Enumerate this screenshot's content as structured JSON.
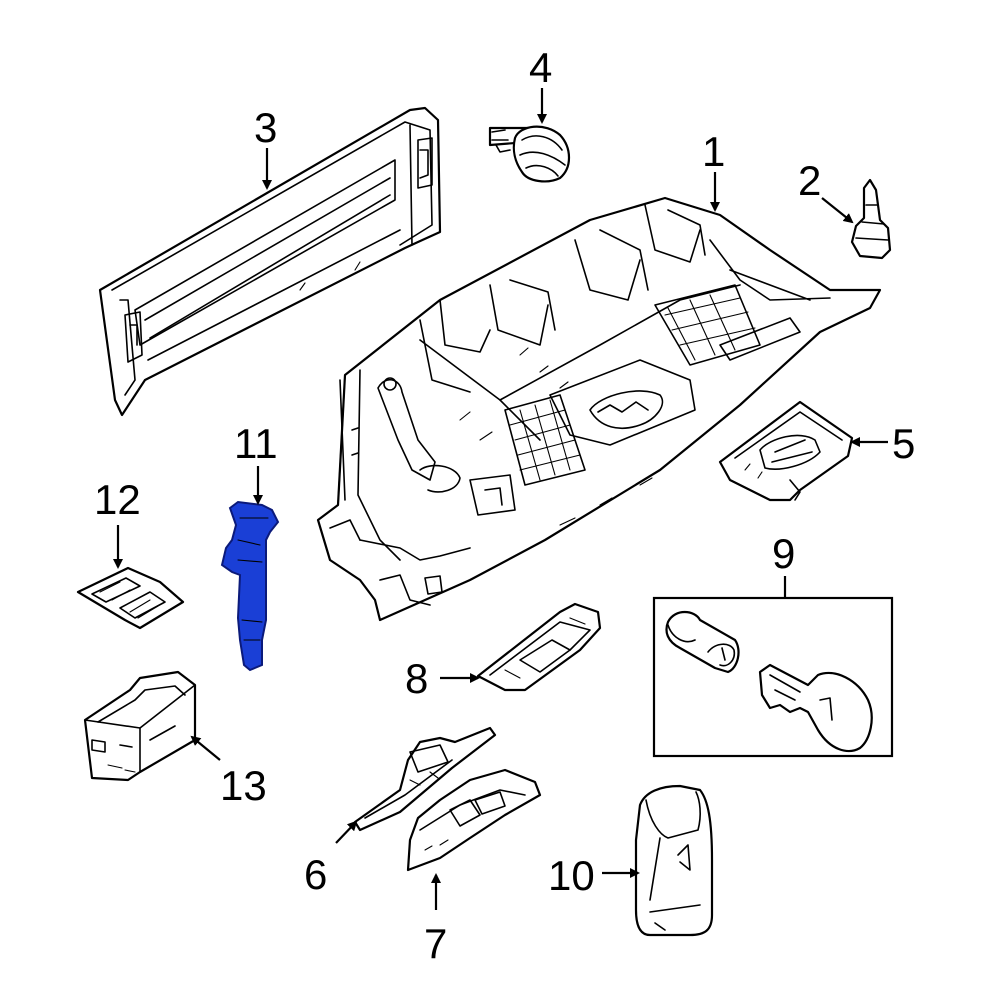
{
  "colors": {
    "highlight": "#1a3fd6",
    "line": "#000000",
    "background": "#ffffff"
  },
  "highlighted_part": "11",
  "callouts": {
    "p1": "1",
    "p2": "2",
    "p3": "3",
    "p4": "4",
    "p5": "5",
    "p6": "6",
    "p7": "7",
    "p8": "8",
    "p9": "9",
    "p10": "10",
    "p11": "11",
    "p12": "12",
    "p13": "13"
  }
}
